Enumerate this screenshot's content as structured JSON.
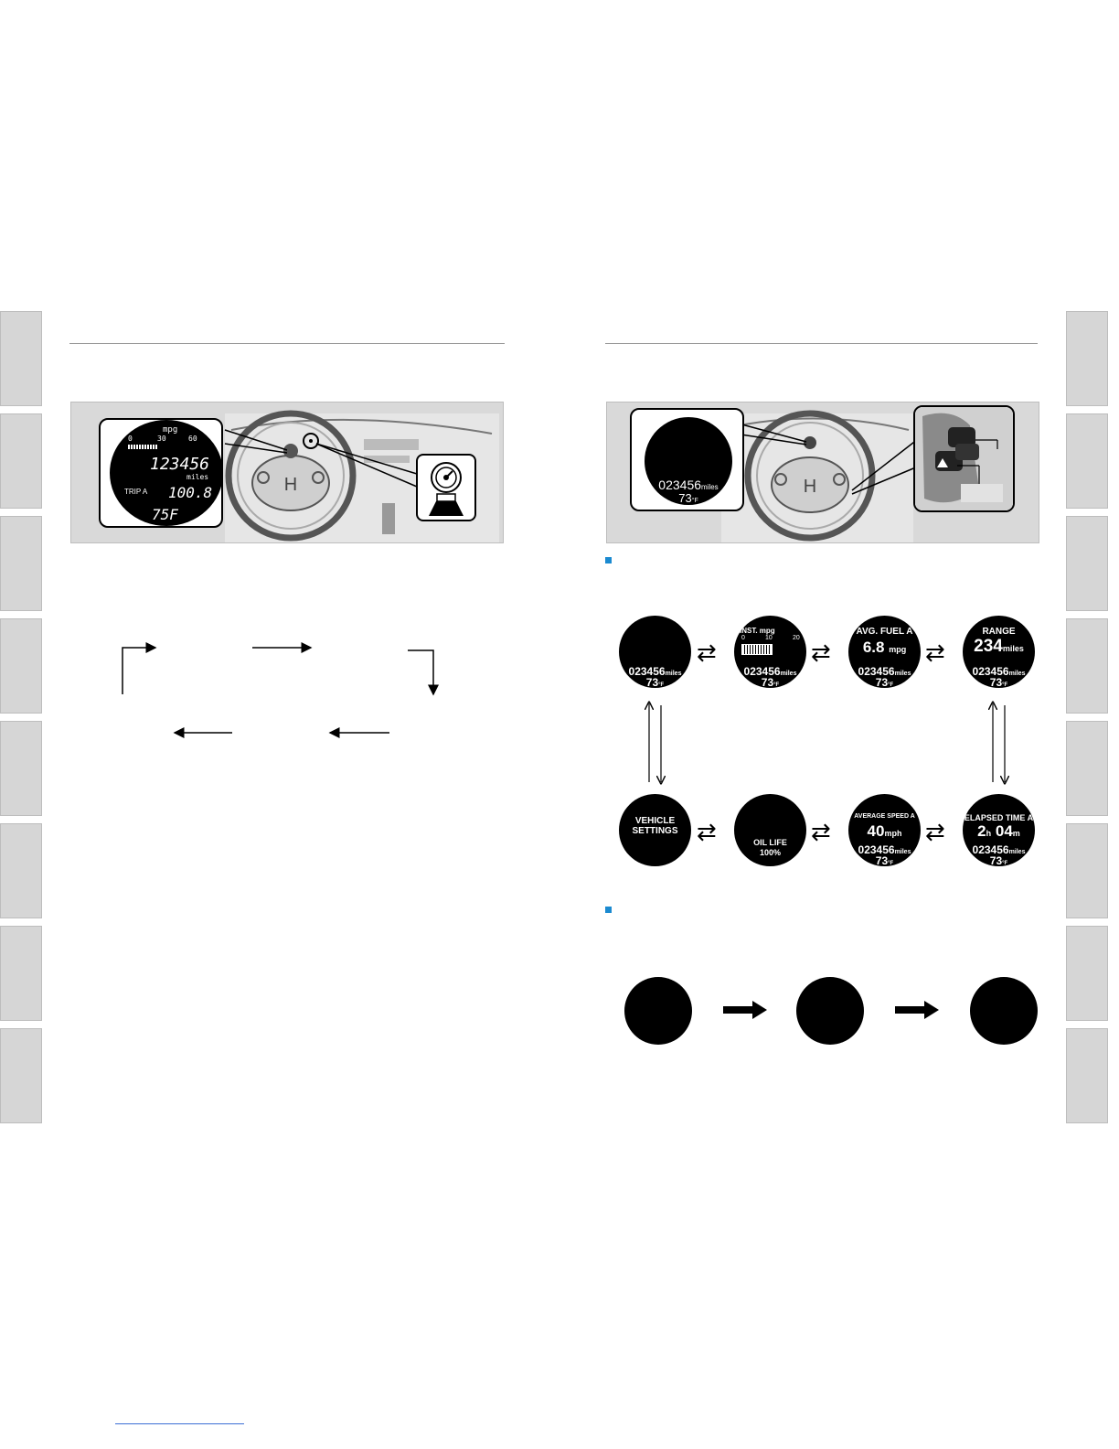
{
  "gauge_display": {
    "unit": "mpg",
    "scale": [
      "0",
      "30",
      "60"
    ],
    "odometer": "123456",
    "odometer_unit": "miles",
    "trip_label": "TRIP A",
    "trip_value": "100.8",
    "temperature": "75F"
  },
  "idisplay_cluster": {
    "odometer": "023456",
    "odometer_unit": "miles",
    "temperature": "73",
    "temp_unit": "°F"
  },
  "screens": [
    {
      "title": "",
      "value": "",
      "unit": "",
      "odometer": "023456",
      "odo_unit": "miles",
      "temp": "73",
      "temp_unit": "°F"
    },
    {
      "title": "INST. mpg",
      "value": "",
      "unit": "",
      "scale": [
        "0",
        "10",
        "20"
      ],
      "odometer": "023456",
      "odo_unit": "miles",
      "temp": "73",
      "temp_unit": "°F"
    },
    {
      "title": "AVG. FUEL A",
      "value": "6.8",
      "unit": "mpg",
      "odometer": "023456",
      "odo_unit": "miles",
      "temp": "73",
      "temp_unit": "°F"
    },
    {
      "title": "RANGE",
      "value": "234",
      "unit": "miles",
      "odometer": "023456",
      "odo_unit": "miles",
      "temp": "73",
      "temp_unit": "°F"
    },
    {
      "title": "VEHICLE",
      "title2": "SETTINGS"
    },
    {
      "title": "OIL LIFE",
      "value": "100%"
    },
    {
      "title": "AVERAGE SPEED A",
      "value": "40",
      "unit": "mph",
      "odometer": "023456",
      "odo_unit": "miles",
      "temp": "73",
      "temp_unit": "°F"
    },
    {
      "title": "ELAPSED TIME A",
      "value": "2",
      "unit": "h",
      "value2": "04",
      "unit2": "m",
      "odometer": "023456",
      "odo_unit": "miles",
      "temp": "73",
      "temp_unit": "°F"
    }
  ],
  "arrow_glyph": "⇄"
}
